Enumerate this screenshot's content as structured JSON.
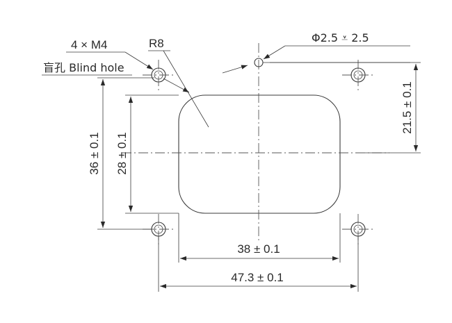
{
  "labels": {
    "holes": "4 × M4",
    "radius": "R8",
    "blind_hole": "盲孔 Blind hole",
    "pin_hole": "Φ2.5 ⩡ 2.5",
    "dim_36": "36 ± 0.1",
    "dim_28": "28 ± 0.1",
    "dim_21_5": "21.5 ± 0.1",
    "dim_38": "38 ± 0.1",
    "dim_47_3": "47.3 ± 0.1"
  }
}
